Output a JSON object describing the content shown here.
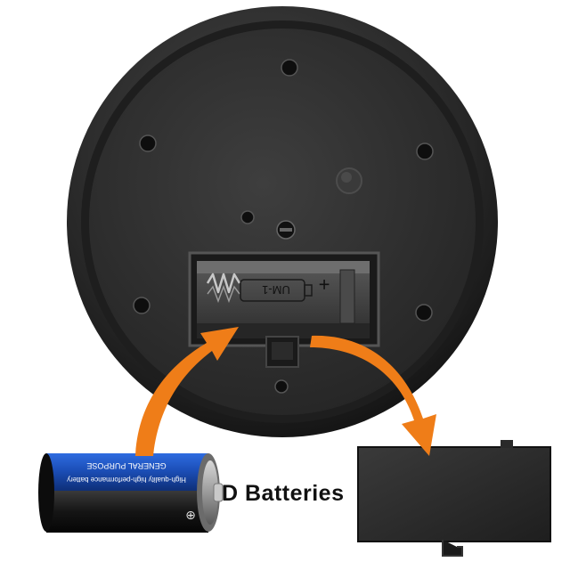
{
  "caption": "D Batteries",
  "battery": {
    "label_line1": "GENERAL PURPOSE",
    "label_line2": "High-quality high-performance battery",
    "terminal_symbol": "⊕"
  },
  "compartment": {
    "marking": "UM-1",
    "plus_symbol": "+"
  },
  "colors": {
    "arrow": "#ef7d18",
    "housing": "#2a2a2a",
    "battery_blue": "#1c4fb8",
    "battery_black": "#151515"
  },
  "icons": {
    "arrow_to_compartment": "curved-arrow-up-icon",
    "arrow_to_cover": "curved-arrow-down-icon"
  }
}
